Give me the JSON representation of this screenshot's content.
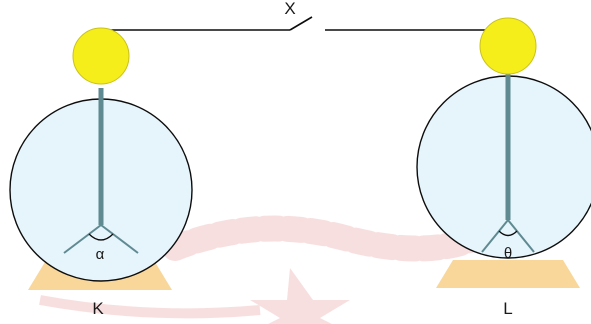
{
  "switch": {
    "label": "X"
  },
  "electroscope_left": {
    "label": "K",
    "angle_label": "α"
  },
  "electroscope_right": {
    "label": "L",
    "angle_label": "θ"
  },
  "colors": {
    "ball": "#f6ee1a",
    "ball_stroke": "#c9c21c",
    "jar_fill": "#e6f4fb",
    "jar_stroke": "#0d0d0d",
    "rod": "#5f8a91",
    "base": "#f9d79a",
    "wire": "#0d0d0d",
    "watermark": "#f3c5c5"
  }
}
